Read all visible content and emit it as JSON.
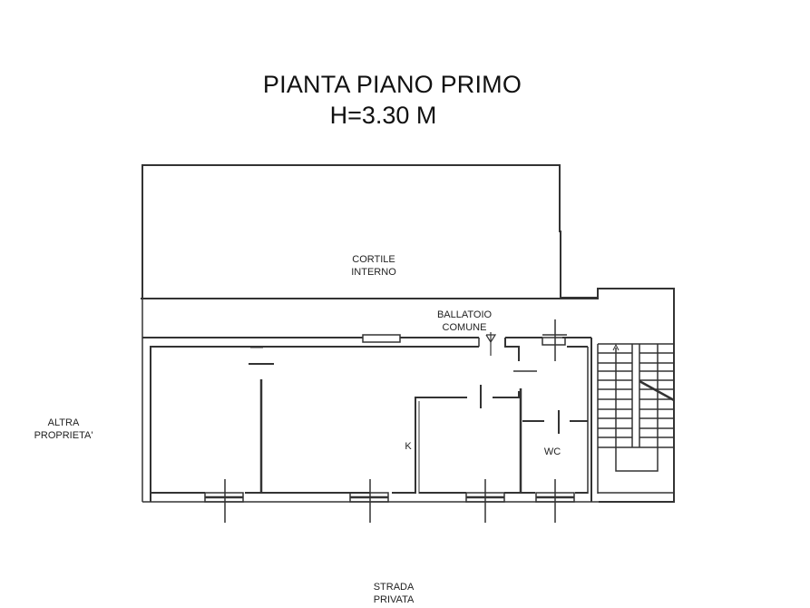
{
  "plan": {
    "title": "PIANTA PIANO PRIMO",
    "height_label": "H=3.30 M"
  },
  "labels": {
    "cortile_line1": "CORTILE",
    "cortile_line2": "INTERNO",
    "ballatoio_line1": "BALLATOIO",
    "ballatoio_line2": "COMUNE",
    "altra_line1": "ALTRA",
    "altra_line2": "PROPRIETA'",
    "kitchen": "K",
    "wc": "WC",
    "strada_line1": "STRADA",
    "strada_line2": "PRIVATA"
  },
  "colors": {
    "wall": "#333333",
    "background": "#ffffff"
  }
}
